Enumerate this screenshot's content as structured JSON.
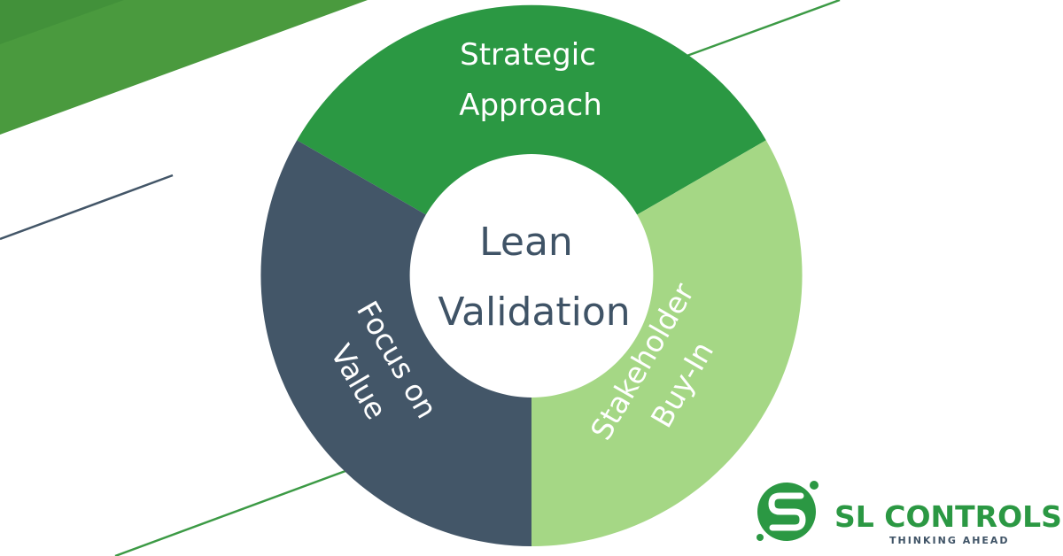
{
  "diagram": {
    "center": {
      "line1": "Lean",
      "line2": "Validation"
    },
    "segments": [
      {
        "line1": "Strategic",
        "line2": "Approach",
        "color": "#2b9843"
      },
      {
        "line1": "Stakeholder",
        "line2": "Buy-In",
        "color": "#a5d785"
      },
      {
        "line1": "Focus on",
        "line2": "Value",
        "color": "#435668"
      }
    ],
    "center_text_color": "#3f5366",
    "label_color": "#ffffff"
  },
  "background": {
    "band_color": "#4a9a3e",
    "band_dark_color": "#3c8a36",
    "line_green": "#3c9a45",
    "line_slate": "#435668"
  },
  "logo": {
    "name": "SL CONTROLS",
    "tagline": "THINKING AHEAD",
    "name_color": "#2b9843",
    "tagline_color": "#3f5366",
    "icon": "sl-controls-s-logo-icon"
  }
}
